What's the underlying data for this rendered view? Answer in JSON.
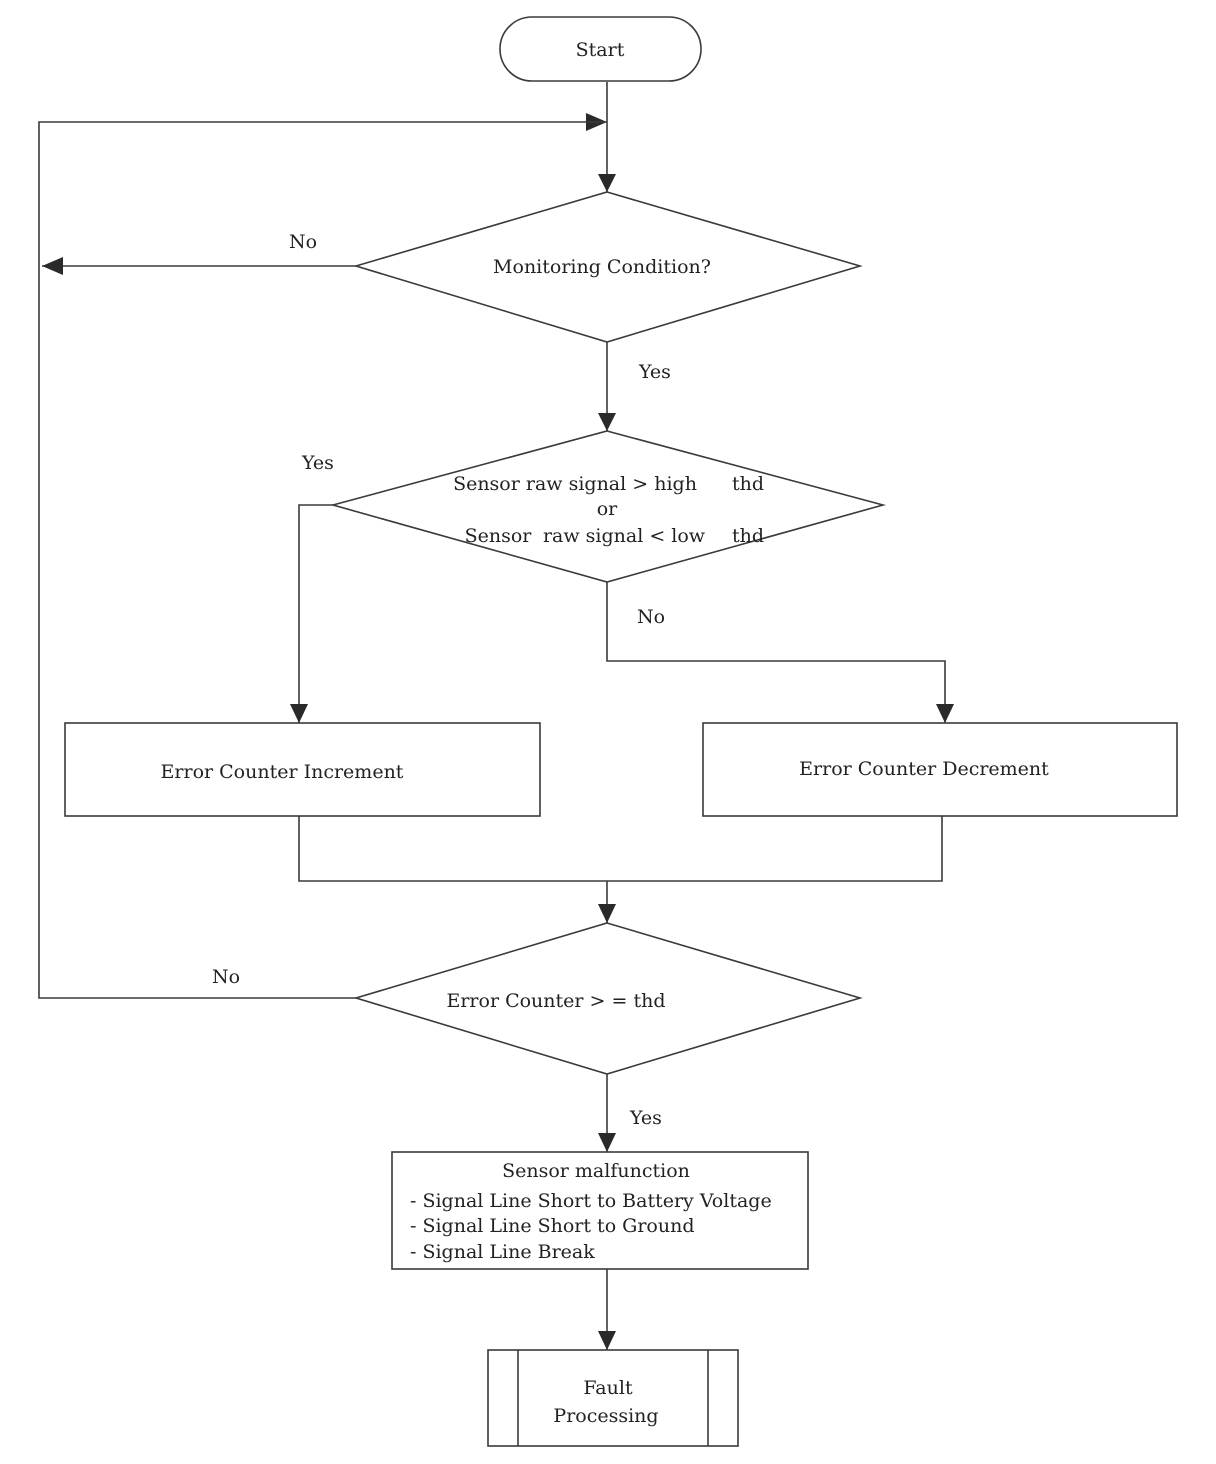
{
  "nodes": {
    "start": "Start",
    "monitoring": "Monitoring Condition?",
    "sensor_check": {
      "line1_a": "Sensor raw signal > high",
      "line1_b": "thd",
      "line2": "or",
      "line3_a": "Sensor",
      "line3_b": "raw signal < low",
      "line3_c": "thd"
    },
    "increment": "Error Counter Increment",
    "decrement": "Error Counter Decrement",
    "counter_check": "Error Counter > = thd",
    "malfunction": {
      "title": "Sensor malfunction",
      "items": [
        "- Signal Line Short to Battery Voltage",
        "- Signal Line Short to Ground",
        "- Signal Line Break"
      ]
    },
    "fault": {
      "line1": "Fault",
      "line2": "Processing"
    }
  },
  "edge_labels": {
    "monitoring_no": "No",
    "monitoring_yes": "Yes",
    "sensor_yes": "Yes",
    "sensor_no": "No",
    "counter_no": "No",
    "counter_yes": "Yes"
  },
  "colors": {
    "line": "#3a3a3a",
    "text": "#222222",
    "background": "#ffffff"
  }
}
